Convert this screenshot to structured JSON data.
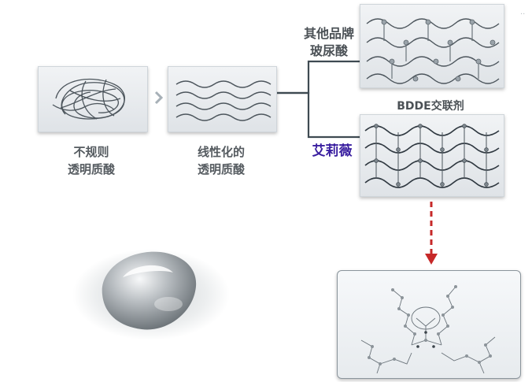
{
  "diagram": {
    "stage1_label": {
      "line1": "不规则",
      "line2": "透明质酸"
    },
    "stage2_label": {
      "line1": "线性化的",
      "line2": "透明质酸"
    },
    "upper_branch_label": {
      "line1": "其他品牌",
      "line2": "玻尿酸"
    },
    "lower_branch_label": "艾莉薇",
    "crosslinker_label": "BDDE交联剂",
    "corner_mark": "··"
  },
  "colors": {
    "label_gray": "#555b60",
    "brand_purple": "#3a1fa0",
    "arrow_red": "#c62828",
    "connector_dark": "#3e4a52"
  }
}
